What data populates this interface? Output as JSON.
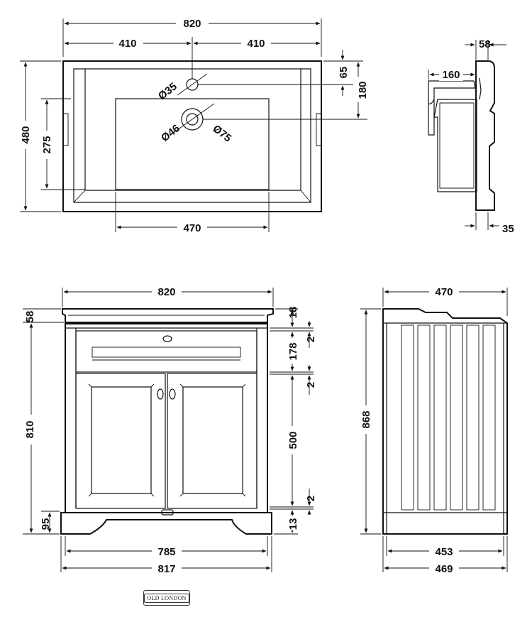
{
  "basin_plan": {
    "overall_width": "820",
    "half_left": "410",
    "half_right": "410",
    "depth": "480",
    "tap_hole_offset": "65",
    "waste_offset": "180",
    "bowl_depth": "275",
    "bowl_width": "470",
    "tap_hole_diameter": "Ø35",
    "waste_inner_diameter": "Ø46",
    "waste_outer_diameter": "Ø75"
  },
  "basin_side": {
    "rim_thickness": "58",
    "projection": "160",
    "base_thickness": "35"
  },
  "cabinet_front": {
    "overall_width": "820",
    "basin_height": "58",
    "cabinet_height": "810",
    "plinth_height": "95",
    "inner_width": "785",
    "outer_width": "817",
    "rim_gap": "18",
    "gap_top": "2",
    "drawer_height": "178",
    "gap_middle": "2",
    "door_height": "500",
    "gap_bottom": "2",
    "base_gap": "13"
  },
  "cabinet_side": {
    "basin_depth": "470",
    "overall_height": "868",
    "inner_depth": "453",
    "outer_depth": "469"
  },
  "brand": {
    "logo_text": "OLD LONDON"
  }
}
